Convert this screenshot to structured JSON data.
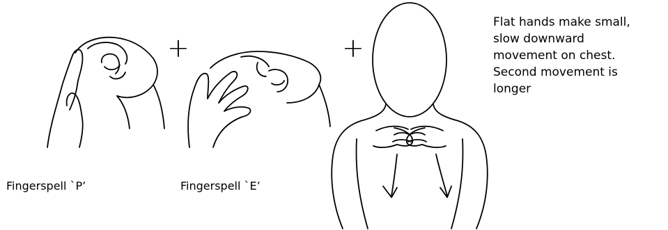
{
  "steps": [
    {
      "caption": "Fingerspell `P’"
    },
    {
      "caption": "Fingerspell `E’"
    }
  ],
  "connector": "+",
  "description": {
    "lines": [
      "Flat hands make small,",
      "slow downward",
      "movement on chest.",
      "Second movement is",
      "longer"
    ]
  }
}
